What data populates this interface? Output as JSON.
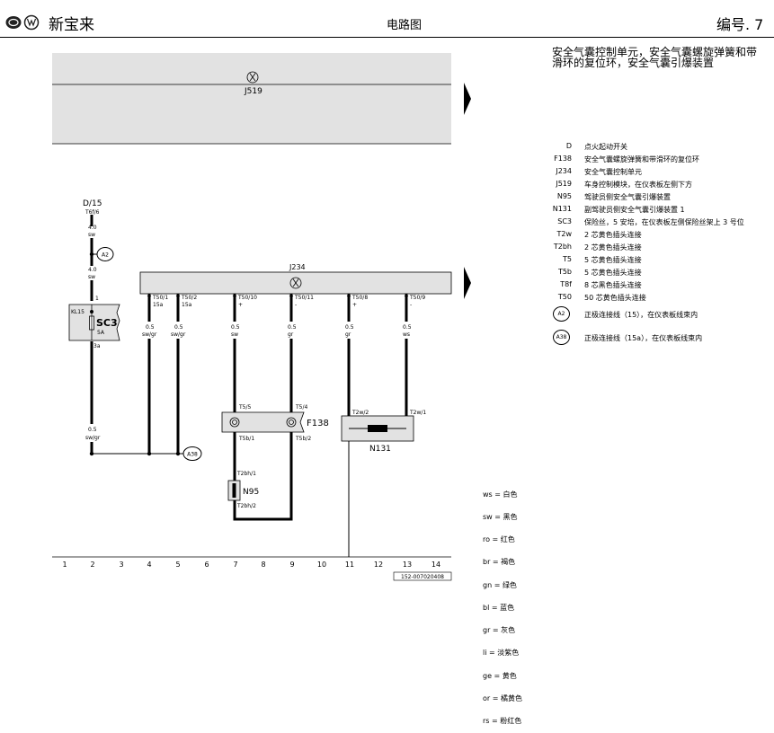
{
  "header": {
    "brand": "新宝来",
    "title": "电路图",
    "doc_no": "编号. 7"
  },
  "description": {
    "line1": "安全气囊控制单元，安全气囊螺旋弹簧和带",
    "line2": "滑环的复位环，安全气囊引爆装置"
  },
  "components": {
    "j519": "J519",
    "j234": "J234",
    "d": "D/15",
    "d_sub": "T6f/6",
    "sc3": "SC3",
    "sc3_rating": "5A",
    "kl15": "KL15",
    "f138": "F138",
    "n95": "N95",
    "n131": "N131"
  },
  "connectors": {
    "a2": "A2",
    "a38": "A38"
  },
  "wires": [
    {
      "size": "4.0",
      "color": "sw"
    },
    {
      "size": "4.0",
      "color": "sw"
    },
    {
      "size": "0.5",
      "color": "sw/gr"
    },
    {
      "size": "0.5",
      "color": "sw/gr"
    },
    {
      "size": "0.5",
      "color": "sw/gr"
    },
    {
      "size": "0.5",
      "color": "sw"
    },
    {
      "size": "0.5",
      "color": "gr"
    },
    {
      "size": "0.5",
      "color": "gr"
    },
    {
      "size": "0.5",
      "color": "ws"
    }
  ],
  "pins": {
    "fuse_top": "1",
    "fuse_bottom": "3a",
    "j234": [
      {
        "pin": "T50/1",
        "sub": "15a"
      },
      {
        "pin": "T50/2",
        "sub": "15a"
      },
      {
        "pin": "T50/10",
        "sub": "+"
      },
      {
        "pin": "T50/11",
        "sub": "-"
      },
      {
        "pin": "T50/8",
        "sub": "+"
      },
      {
        "pin": "T50/9",
        "sub": "-"
      }
    ],
    "f138_top": [
      "T5/5",
      "T5/4"
    ],
    "f138_bottom": [
      "T5b/1",
      "T5b/2"
    ],
    "n95": [
      "T2bh/1",
      "T2bh/2"
    ],
    "n131": [
      "T2w/2",
      "T2w/1"
    ]
  },
  "legend": [
    {
      "code": "D",
      "desc": "点火起动开关"
    },
    {
      "code": "F138",
      "desc": "安全气囊螺旋弹簧和带滑环的复位环"
    },
    {
      "code": "J234",
      "desc": "安全气囊控制单元"
    },
    {
      "code": "J519",
      "desc": "车身控制模块，在仪表板左侧下方"
    },
    {
      "code": "N95",
      "desc": "驾驶员侧安全气囊引爆装置"
    },
    {
      "code": "N131",
      "desc": "副驾驶员侧安全气囊引爆装置 1"
    },
    {
      "code": "SC3",
      "desc": "保险丝，5 安培，在仪表板左侧保险丝架上 3 号位"
    },
    {
      "code": "T2w",
      "desc": "2 芯黄色插头连接"
    },
    {
      "code": "T2bh",
      "desc": "2 芯黄色插头连接"
    },
    {
      "code": "T5",
      "desc": "5 芯黄色插头连接"
    },
    {
      "code": "T5b",
      "desc": "5 芯黄色插头连接"
    },
    {
      "code": "T8f",
      "desc": "8 芯黑色插头连接"
    },
    {
      "code": "T50",
      "desc": "50 芯黄色插头连接"
    }
  ],
  "legend_connectors": [
    {
      "code": "A2",
      "desc": "正极连接线（15），在仪表板线束内"
    },
    {
      "code": "A38",
      "desc": "正极连接线（15a），在仪表板线束内"
    }
  ],
  "color_codes": [
    "ws = 白色",
    "sw = 黑色",
    "ro = 红色",
    "br = 褐色",
    "gn = 绿色",
    "bl = 蓝色",
    "gr = 灰色",
    "li = 淡紫色",
    "ge = 黄色",
    "or = 橘黄色",
    "rs = 粉红色"
  ],
  "grid_numbers": [
    "1",
    "2",
    "3",
    "4",
    "5",
    "6",
    "7",
    "8",
    "9",
    "10",
    "11",
    "12",
    "13",
    "14"
  ],
  "doc_ref": "152-007020408",
  "colors": {
    "module_fill": "#e2e2e2",
    "wire": "#000000",
    "logo_dark": "#222222"
  }
}
